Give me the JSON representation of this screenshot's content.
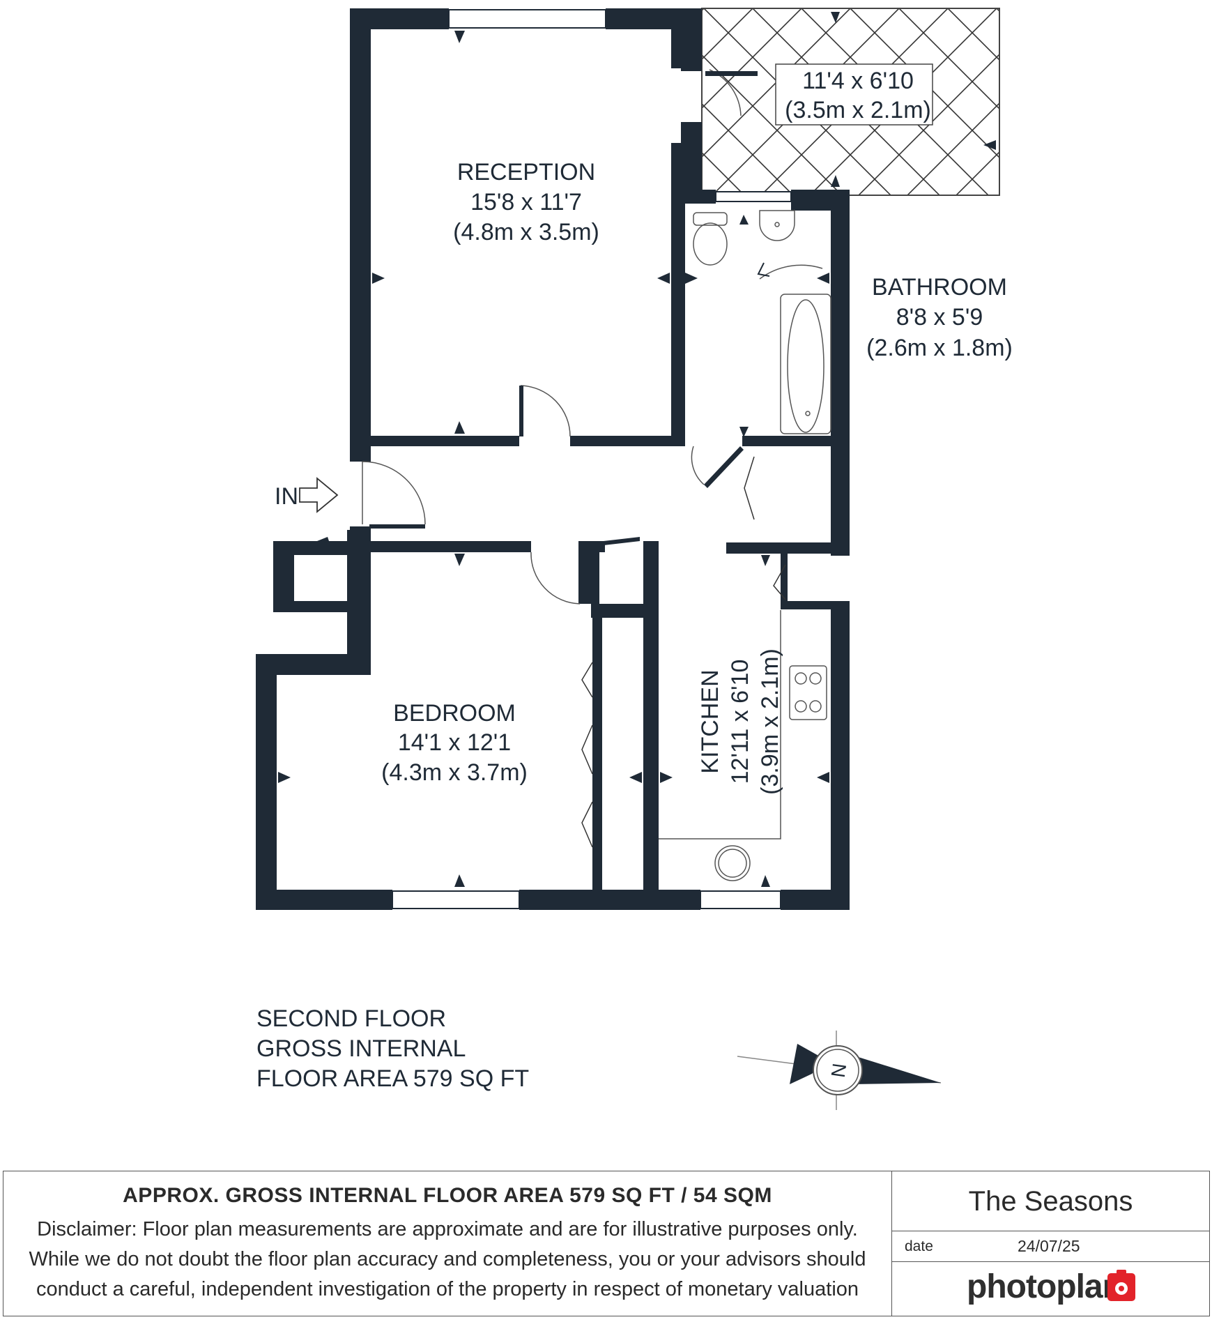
{
  "rooms": {
    "reception": {
      "name": "RECEPTION",
      "imperial": "15'8 x 11'7",
      "metric": "(4.8m x 3.5m)"
    },
    "balcony": {
      "imperial": "11'4 x 6'10",
      "metric": "(3.5m x 2.1m)"
    },
    "bathroom": {
      "name": "BATHROOM",
      "imperial": "8'8 x 5'9",
      "metric": "(2.6m x 1.8m)"
    },
    "bedroom": {
      "name": "BEDROOM",
      "imperial": "14'1 x 12'1",
      "metric": "(4.3m x 3.7m)"
    },
    "kitchen": {
      "name": "KITCHEN",
      "imperial": "12'11 x 6'10",
      "metric": "(3.9m x 2.1m)"
    }
  },
  "entrance_label": "IN",
  "floor_info": {
    "line1": "SECOND FLOOR",
    "line2": "GROSS INTERNAL",
    "line3": "FLOOR AREA 579 SQ FT"
  },
  "compass_label": "N",
  "footer": {
    "area_title": "APPROX. GROSS INTERNAL FLOOR AREA 579 SQ FT / 54 SQM",
    "disclaimer_line1": "Disclaimer: Floor plan measurements are approximate and are for illustrative purposes only.",
    "disclaimer_line2": "While we do not doubt the floor plan accuracy and completeness, you or your advisors should",
    "disclaimer_line3": "conduct a careful, independent investigation of the property in respect of monetary valuation",
    "project_name": "The Seasons",
    "date_label": "date",
    "date_value": "24/07/25",
    "brand": "photoplan"
  },
  "colors": {
    "wall": "#1f2a36",
    "accent_red": "#e2232a"
  }
}
